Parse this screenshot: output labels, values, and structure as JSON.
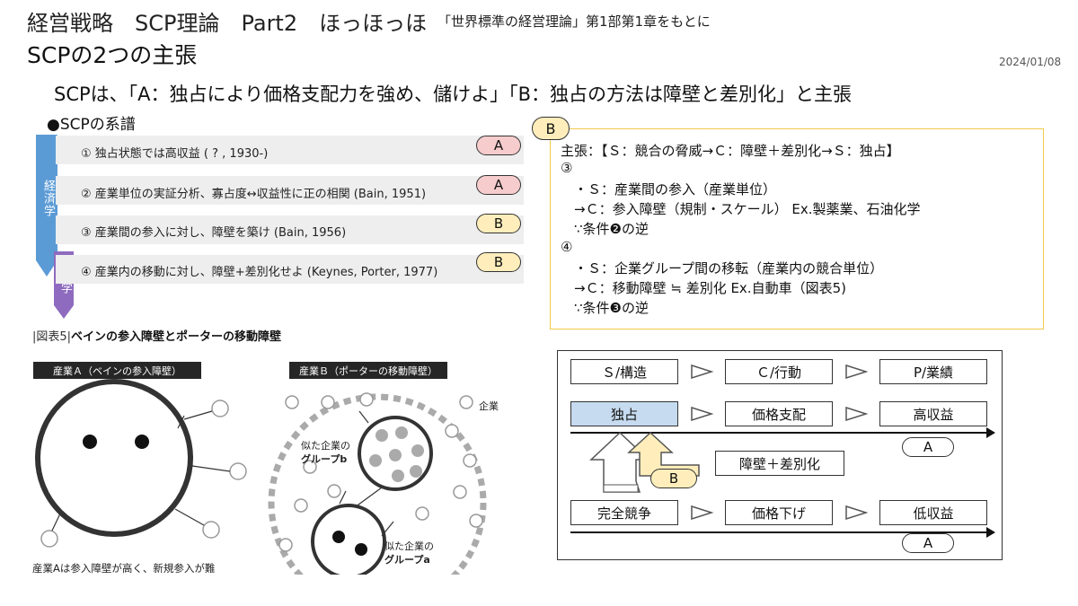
{
  "header": {
    "title": "経営戦略　SCP理論　Part2　ほっほっほ",
    "subtitle": "「世界標準の経営理論」第1部第1章をもとに",
    "heading": "SCPの2つの主張",
    "date": "2024/01/08"
  },
  "claim": "SCPは、「A：独占により価格支配力を強め、儲けよ」「B：独占の方法は障壁と差別化」と主張",
  "lineage": {
    "title": "●SCPの系譜",
    "band_econ": "経済学",
    "band_mgmt": "経営学",
    "rows": [
      {
        "text": "① 独占状態では高収益 ( ? , 1930-)",
        "tag": "A"
      },
      {
        "text": "② 産業単位の実証分析、寡占度↔収益性に正の相関 (Bain, 1951)",
        "tag": "A"
      },
      {
        "text": "③ 産業間の参入に対し、障壁を築け (Bain, 1956)",
        "tag": "B"
      },
      {
        "text": "④ 産業内の移動に対し、障壁+差別化せよ (Keynes, Porter, 1977)",
        "tag": "B"
      }
    ]
  },
  "figure5": {
    "title_prefix": "|図表5|",
    "title": "ベインの参入障壁とポーターの移動障壁",
    "label_a": "産業Ａ（ベインの参入障壁）",
    "label_b": "産業Ｂ（ポーターの移動障壁）",
    "firm_label": "企業",
    "group_b_line1": "似た企業の",
    "group_b_line2": "グループb",
    "group_a_line1": "似た企業の",
    "group_a_line2": "グループa",
    "caption": "産業Aは参入障壁が高く、新規参入が難"
  },
  "b_box": {
    "badge": "B",
    "lines": [
      "主張：【Ｓ：競合の脅威→Ｃ：障壁＋差別化→Ｓ：独占】",
      "③",
      "　・Ｓ：産業間の参入（産業単位）",
      "　→Ｃ：参入障壁（規制・スケール） Ex.製薬業、石油化学",
      "　∵条件❷の逆",
      "④",
      "　・Ｓ：企業グループ間の移転（産業内の競合単位）",
      "　→Ｃ：移動障壁 ≒ 差別化 Ex.自動車（図表5)",
      "　∵条件❸の逆"
    ]
  },
  "flow": {
    "row1": [
      "Ｓ/構造",
      "Ｃ/行動",
      "P/業績"
    ],
    "row2": [
      "独占",
      "価格支配",
      "高収益"
    ],
    "row3": [
      "完全競争",
      "価格下げ",
      "低収益"
    ],
    "barrier": "障壁＋差別化",
    "tag_a": "A",
    "tag_b": "B"
  },
  "colors": {
    "econ_band": "#5b9bd5",
    "mgmt_band": "#8e6bbf",
    "tag_a": "#f6cccc",
    "tag_b": "#ffeebb",
    "highlight": "#c6dbef",
    "b_border": "#f2c94c"
  }
}
